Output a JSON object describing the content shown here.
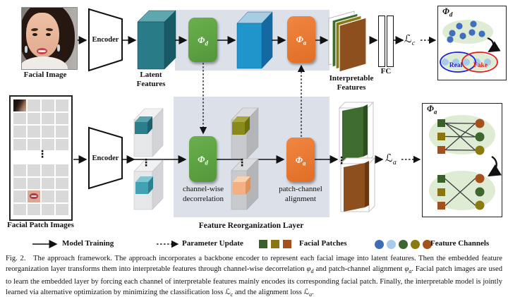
{
  "colors": {
    "panel": "#dce1e9",
    "module_green": "#6bb04d",
    "module_green_dark": "#52963a",
    "module_orange": "#f08742",
    "module_orange_dark": "#e06d25",
    "light_green": "#dfecd4",
    "real": "#2323d6",
    "fake": "#e32020"
  },
  "labels": {
    "facial_image": "Facial Image",
    "encoder": "Encoder",
    "latent_line1": "Latent",
    "latent_line2": "Features",
    "interpretable_line1": "Interpretable",
    "interpretable_line2": "Features",
    "fc": "FC",
    "facial_patch_images": "Facial Patch Images",
    "feature_reorg_layer": "Feature Reorganization Layer",
    "channel_wise_line1": "channel-wise",
    "channel_wise_line2": "decorrelation",
    "patch_channel_line1": "patch-channel",
    "patch_channel_line2": "alignment"
  },
  "symbols": {
    "phi": "Φ",
    "loss": "ℒ",
    "sub_d": "d",
    "sub_a": "a",
    "sub_c": "c",
    "real": "Real",
    "fake": "Fake",
    "vdots": "⋮"
  },
  "legend": {
    "model_training": "Model Training",
    "parameter_update": "Parameter Update",
    "facial_patches": "Facial Patches",
    "feature_channels": "Feature Channels",
    "patch_colors": [
      "#3a5f2a",
      "#8a7510",
      "#a2501e"
    ],
    "channel_colors": [
      "#3d6db5",
      "#a8cbec",
      "#3c6631",
      "#8a7a10",
      "#a4511c"
    ]
  },
  "phi_d_box": {
    "dot_color": "#3f6fbe",
    "light_dot_color": "#a6c9ec",
    "top_dots": [
      [
        651,
        37
      ],
      [
        671,
        34
      ],
      [
        641,
        47
      ],
      [
        656,
        51
      ],
      [
        669,
        46
      ],
      [
        683,
        48
      ],
      [
        638,
        56
      ]
    ],
    "bottom_dots_x": [
      631,
      646,
      661,
      676,
      691
    ]
  },
  "phi_a_box": {
    "square_colors": [
      "#3a5f2a",
      "#8a7510",
      "#a2501e"
    ],
    "circle_colors": [
      "#a4511c",
      "#3e662f",
      "#8a7a10"
    ],
    "top_edges": [
      [
        0,
        0
      ],
      [
        0,
        1
      ],
      [
        0,
        2
      ],
      [
        1,
        1
      ],
      [
        2,
        0
      ],
      [
        2,
        2
      ]
    ],
    "bottom_edges": [
      [
        0,
        2
      ],
      [
        2,
        0
      ]
    ]
  },
  "grids": {
    "rows": 4,
    "cols": 4,
    "eye_cell": [
      0,
      0
    ],
    "mouth_cell": [
      2,
      1
    ]
  },
  "caption": {
    "segments": [
      {
        "t": "Fig. 2.  The approach framework. The approach incorporates a backbone encoder to represent each facial image into latent features. Then the embedded feature reorganization layer transforms them into interpretable features through channel-wise decorrelation "
      },
      {
        "i": "φ"
      },
      {
        "sub": "d"
      },
      {
        "t": " and patch-channel alignment "
      },
      {
        "i": "φ"
      },
      {
        "sub": "a"
      },
      {
        "t": ". Facial patch images are used to learn the embedded layer by forcing each channel of interpretable features mainly encodes its corresponding facial patch. Finally, the interpretable model is jointly learned via alternative optimization by minimizing the classification loss "
      },
      {
        "i": "ℒ"
      },
      {
        "sub": "c"
      },
      {
        "t": " and the alignment loss "
      },
      {
        "i": "ℒ"
      },
      {
        "sub": "a"
      },
      {
        "t": "."
      }
    ]
  }
}
